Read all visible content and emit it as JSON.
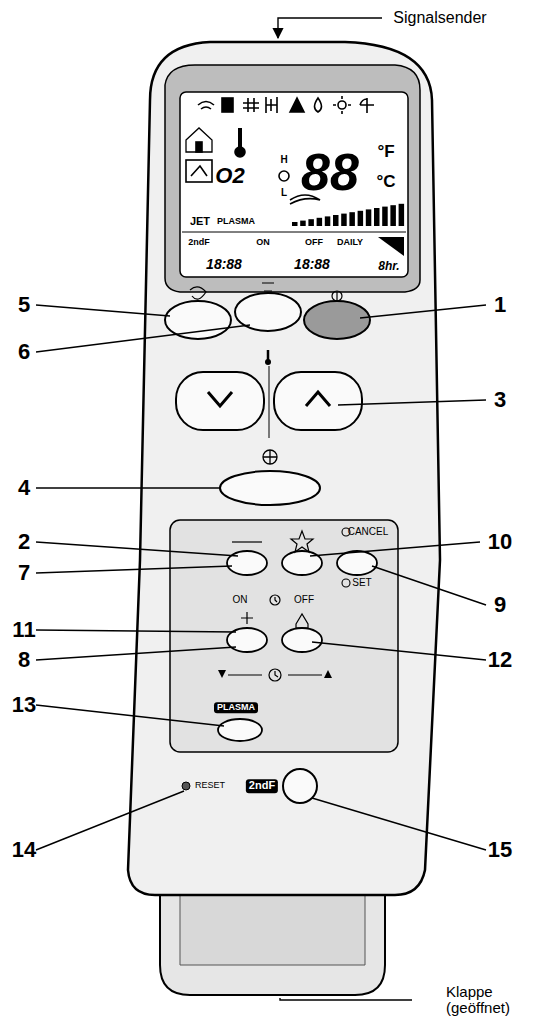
{
  "diagram": {
    "labels": [
      "Signalsender",
      "88",
      "°F",
      "°C",
      "H",
      "L",
      "O2",
      "JET",
      "PLASMA",
      "2ndF",
      "ON",
      "OFF",
      "DAILY",
      "18:88",
      "18:88",
      "8hr.",
      "5",
      "1",
      "6",
      "3",
      "4",
      "2",
      "10",
      "7",
      "CANCEL",
      "SET",
      "ON",
      "OFF",
      "9",
      "11",
      "8",
      "12",
      "PLASMA",
      "13",
      "RESET",
      "2ndF",
      "14",
      "15",
      "Klappe (geöffnet)"
    ]
  }
}
